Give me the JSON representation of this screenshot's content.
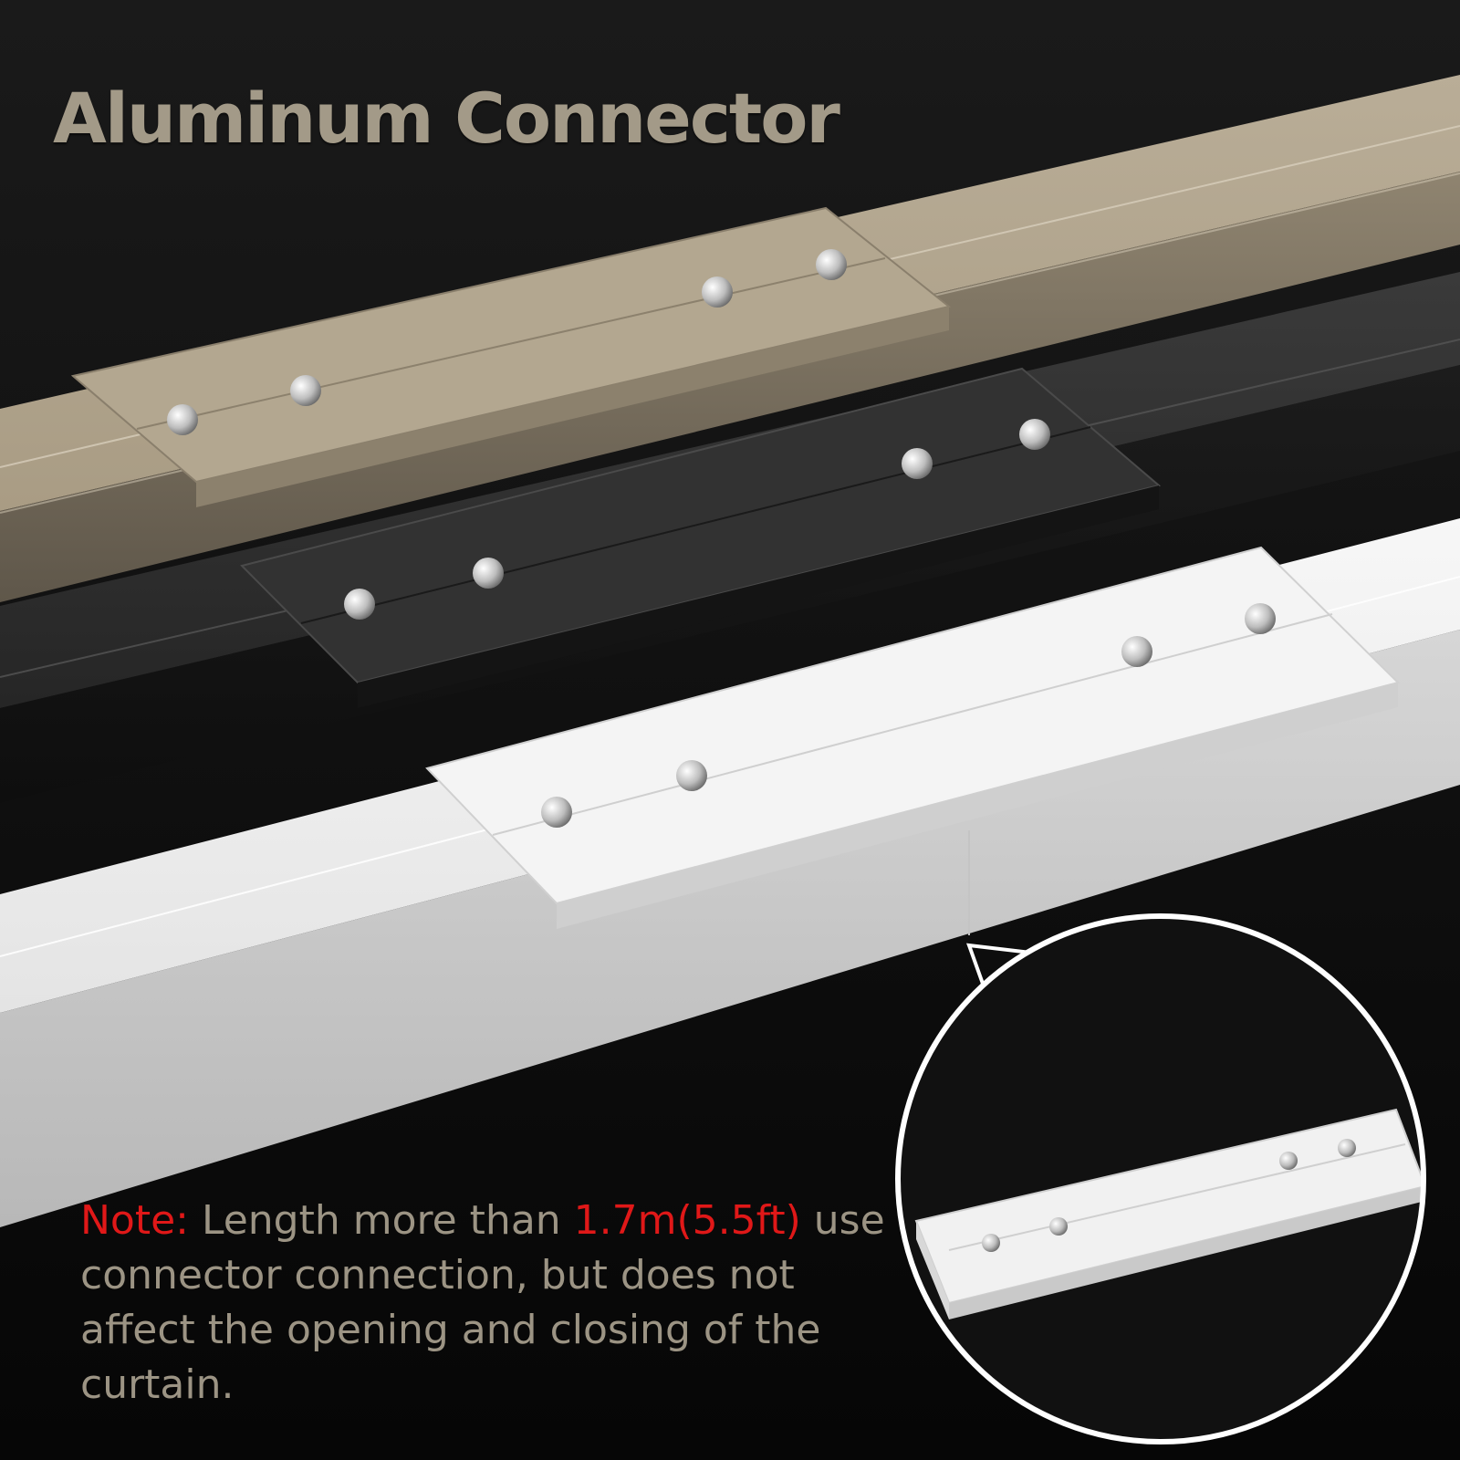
{
  "headline": "Aluminum Connector",
  "note": {
    "label": "Note:",
    "text_before": " Length more than ",
    "spec": "1.7m(5.5ft)",
    "text_after": " use connector connection, but does not affect the opening and closing of the curtain."
  },
  "colors": {
    "background": "#0d0d0d",
    "headline": "#a39a88",
    "note_text": "#9c9484",
    "note_accent": "#e01818",
    "track_champagne": "#b3a690",
    "track_black": "#2c2c2c",
    "track_white": "#f2f2f2"
  },
  "illustration": {
    "tracks": [
      "champagne-track",
      "black-track",
      "white-track"
    ],
    "inset": "connector-detail-inset"
  }
}
